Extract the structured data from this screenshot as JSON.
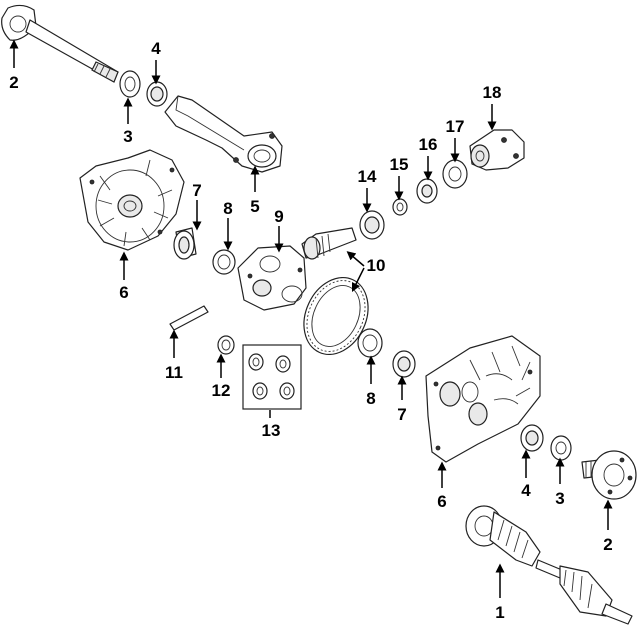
{
  "diagram": {
    "callouts": {
      "c2a": "2",
      "c3a": "3",
      "c4a": "4",
      "c5": "5",
      "c6a": "6",
      "c7a": "7",
      "c8a": "8",
      "c9": "9",
      "c10": "10",
      "c11": "11",
      "c12": "12",
      "c13": "13",
      "c14": "14",
      "c15": "15",
      "c16": "16",
      "c17": "17",
      "c18": "18",
      "c8b": "8",
      "c7b": "7",
      "c6b": "6",
      "c4b": "4",
      "c3b": "3",
      "c2b": "2",
      "c1": "1"
    }
  }
}
